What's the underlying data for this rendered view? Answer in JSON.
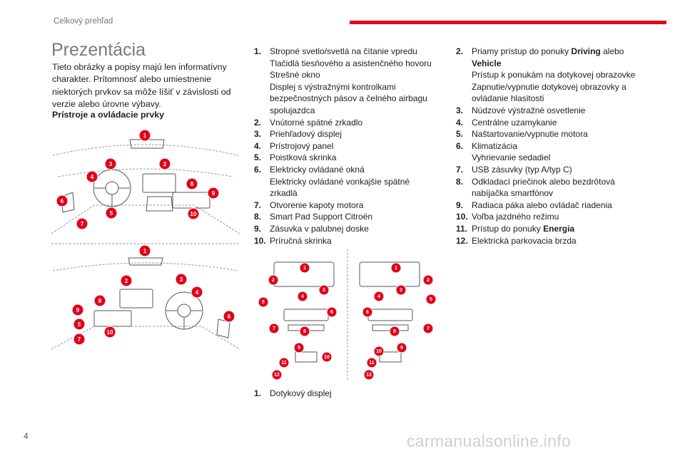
{
  "header": {
    "section_label": "Celkový prehľad",
    "accent_color": "#e2001a"
  },
  "page": {
    "title": "Prezentácia",
    "page_number": "4",
    "watermark": "carmanualsonline.info"
  },
  "intro_text": "Tieto obrázky a popisy majú len informatívny charakter. Prítomnosť alebo umiestnenie niektorých prvkov sa môže líšiť v závislosti od verzie alebo úrovne výbavy.",
  "section_heading": "Prístroje a ovládacie prvky",
  "marker_color": "#e2001a",
  "list_middle": [
    {
      "num": "1.",
      "lines": [
        "Stropné svetlo/svetlá na čítanie vpredu",
        "Tlačidlá tiesňového a asistenčného hovoru",
        "Strešné okno",
        "Displej s výstražnými kontrolkami",
        "bezpečnostných pásov a čelného airbagu",
        "spolujazdca"
      ]
    },
    {
      "num": "2.",
      "lines": [
        "Vnútorné spätné zrkadlo"
      ]
    },
    {
      "num": "3.",
      "lines": [
        "Priehľadový displej"
      ]
    },
    {
      "num": "4.",
      "lines": [
        "Prístrojový panel"
      ]
    },
    {
      "num": "5.",
      "lines": [
        "Poistková skrinka"
      ]
    },
    {
      "num": "6.",
      "lines": [
        "Elektricky ovládané okná",
        "Elektricky ovládané vonkajšie spätné",
        "zrkadlá"
      ]
    },
    {
      "num": "7.",
      "lines": [
        "Otvorenie kapoty motora"
      ]
    },
    {
      "num": "8.",
      "lines": [
        "Smart Pad Support Citroën"
      ]
    },
    {
      "num": "9.",
      "lines": [
        "Zásuvka v palubnej doske"
      ]
    },
    {
      "num": "10.",
      "lines": [
        "Príručná skrinka"
      ]
    }
  ],
  "list_right": [
    {
      "num": "2.",
      "lines": [
        "Priamy prístup do ponuky",
        "Prístup k ponukám na dotykovej obrazovke",
        "Zapnutie/vypnutie dotykovej obrazovky a",
        "ovládanie hlasitosti"
      ],
      "bold_1": "Driving",
      "mid_1": "alebo",
      "bold_2": "Vehicle"
    },
    {
      "num": "3.",
      "lines": [
        "Núdzové výstražné osvetlenie"
      ]
    },
    {
      "num": "4.",
      "lines": [
        "Centrálne uzamykanie"
      ]
    },
    {
      "num": "5.",
      "lines": [
        "Naštartovanie/vypnutie motora"
      ]
    },
    {
      "num": "6.",
      "lines": [
        "Klimatizácia",
        "Vyhrievanie sedadiel"
      ]
    },
    {
      "num": "7.",
      "lines": [
        "USB zásuvky (typ A/typ C)"
      ]
    },
    {
      "num": "8.",
      "lines": [
        "Odkladací priečinok alebo bezdrôtová",
        "nabíjačka smartfónov"
      ]
    },
    {
      "num": "9.",
      "lines": [
        "Radiaca páka alebo ovládač riadenia"
      ]
    },
    {
      "num": "10.",
      "lines": [
        "Voľba jazdného režimu"
      ]
    },
    {
      "num": "11.",
      "lines": [
        "Prístup do ponuky"
      ],
      "bold_1": "Energia"
    },
    {
      "num": "12.",
      "lines": [
        "Elektrická parkovacia brzda"
      ]
    }
  ],
  "list_bottom": [
    {
      "num": "1.",
      "lines": [
        "Dotykový displej"
      ]
    }
  ],
  "figure_a_markers": [
    "1",
    "2",
    "3",
    "4",
    "5",
    "6",
    "7",
    "8",
    "9",
    "10"
  ],
  "figure_b_markers": [
    "1",
    "2",
    "3",
    "4",
    "5",
    "6",
    "7",
    "8",
    "9",
    "10"
  ],
  "figure_c_markers": [
    "1",
    "2",
    "3",
    "4",
    "5",
    "6",
    "7",
    "8",
    "9",
    "10",
    "11",
    "12",
    "1",
    "2",
    "3",
    "4",
    "5",
    "6",
    "7",
    "8",
    "9",
    "10",
    "11",
    "12"
  ]
}
